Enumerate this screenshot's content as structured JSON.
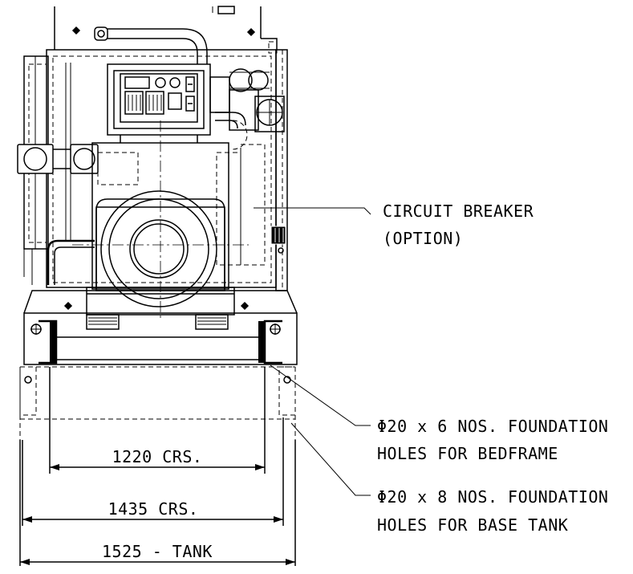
{
  "callouts": {
    "circuit_breaker_line1": "CIRCUIT BREAKER",
    "circuit_breaker_line2": "(OPTION)",
    "bedframe_holes_line1": "Φ20 x 6 NOS. FOUNDATION",
    "bedframe_holes_line2": "HOLES FOR BEDFRAME",
    "base_tank_holes_line1": "Φ20 x 8 NOS. FOUNDATION",
    "base_tank_holes_line2": "HOLES FOR BASE TANK"
  },
  "dimensions": {
    "bedframe_centres": "1220 CRS.",
    "base_tank_centres": "1435 CRS.",
    "tank_width": "1525 - TANK"
  }
}
